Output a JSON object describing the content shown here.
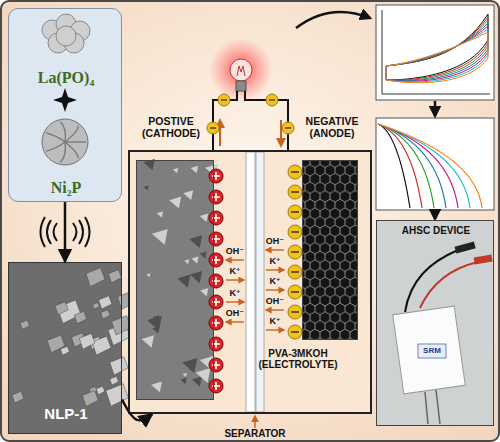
{
  "diagram": {
    "nodes": [
      {
        "text": [
          "La(PO)₄",
          "Ni₂P"
        ]
      },
      {
        "text": [
          "NLP-1"
        ]
      },
      {
        "text": [
          "PVA-3MKOH (ELECTROLYTE)"
        ]
      },
      {
        "text": [
          "POSTIVE (CATHODE)"
        ],
        "in": 2
      },
      {
        "text": [
          "NEGATIVE (ANODE)"
        ],
        "in": 2
      },
      {
        "text": [
          "AHSC DEVICE"
        ]
      }
    ],
    "edges": [
      {
        "from": 0,
        "to": 1,
        "arrow": "to"
      },
      {
        "from": 1,
        "to": 2,
        "arrow": "to"
      }
    ],
    "labels": [
      "OH⁻",
      "K⁺",
      "OH⁻",
      "K⁺",
      "K⁺",
      "OH⁻",
      "K⁺",
      "OH⁻",
      "K⁺",
      "SEPARATOR",
      "SRM"
    ]
  }
}
